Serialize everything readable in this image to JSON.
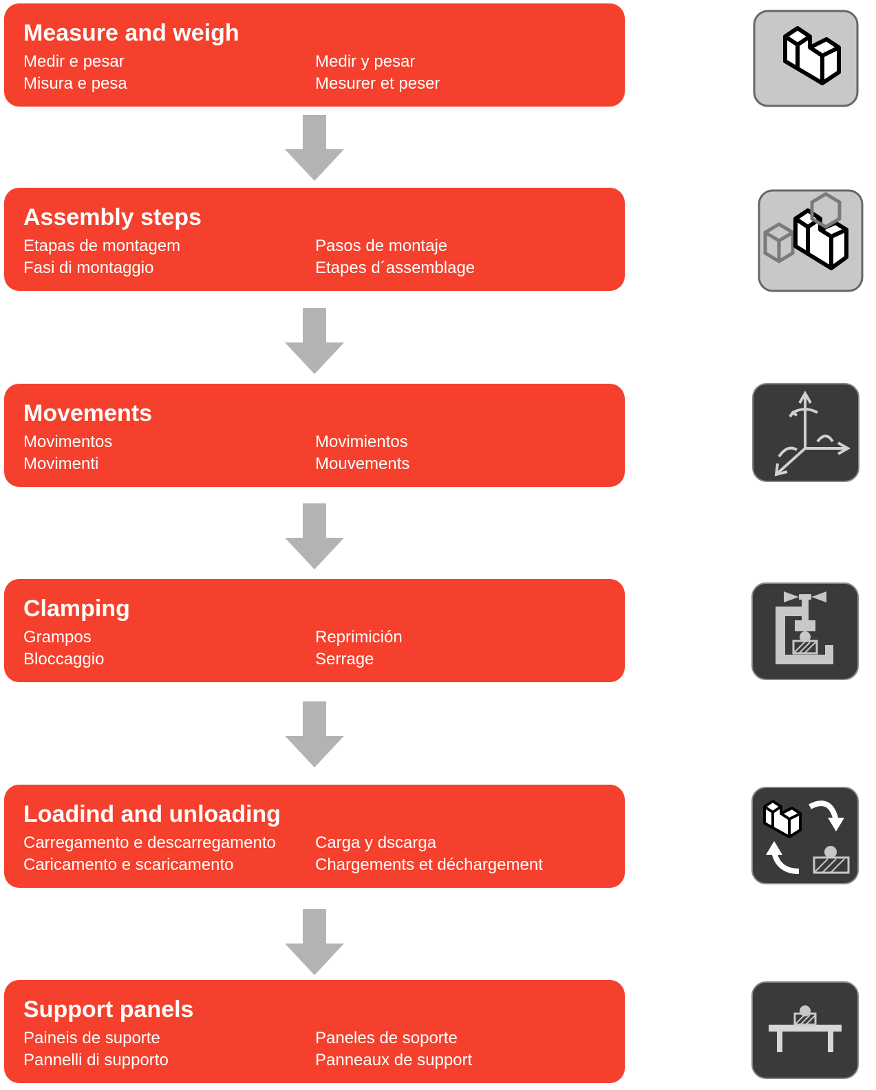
{
  "steps": [
    {
      "title": "Measure and weigh",
      "l1": " Medir e pesar",
      "r1": "Medir y pesar",
      "l2": " Misura e pesa",
      "r2": "Mesurer et peser",
      "icon": "measure-weigh-icon"
    },
    {
      "title": "Assembly steps",
      "l1": "Etapas de montagem",
      "r1": "Pasos de montaje",
      "l2": "Fasi di montaggio",
      "r2": "Etapes d´assemblage",
      "icon": "assembly-steps-icon"
    },
    {
      "title": "Movements",
      "l1": "Movimentos",
      "r1": "Movimientos",
      "l2": "Movimenti",
      "r2": "Mouvements",
      "icon": "movements-icon"
    },
    {
      "title": "Clamping",
      "l1": "Grampos",
      "r1": "Reprimición",
      "l2": "Bloccaggio",
      "r2": "Serrage",
      "icon": "clamp-icon"
    },
    {
      "title": "Loadind and unloading",
      "l1": "Carregamento e descarregamento",
      "r1": "Carga y dscarga",
      "l2": " Caricamento e scaricamento",
      "r2": "Chargements et déchargement",
      "icon": "load-unload-icon"
    },
    {
      "title": "Support panels",
      "l1": " Paineis de suporte",
      "r1": "Paneles de soporte",
      "l2": " Pannelli di supporto",
      "r2": "Panneaux de support",
      "icon": "support-panel-icon"
    }
  ],
  "colors": {
    "box": "#f4402c",
    "arrow": "#b3b3b3",
    "icon_light": "#c8c8c8",
    "icon_dark": "#3a3a3a"
  }
}
